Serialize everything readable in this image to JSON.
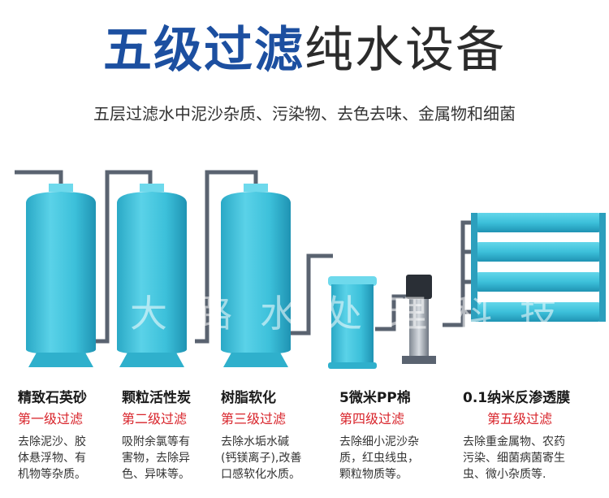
{
  "title_part1": "五级过滤",
  "title_part2": "纯水设备",
  "subtitle": "五层过滤水中泥沙杂质、污染物、去色去味、金属物和细菌",
  "watermark": "大路水处理科技",
  "colors": {
    "accent_blue": "#1c4fa0",
    "tank_cyan": "#3fc3dc",
    "level_red": "#d8232a",
    "pipe": "#5a6370"
  },
  "stages": [
    {
      "name": "精致石英砂",
      "level": "第一级过滤",
      "desc": [
        "去除泥沙、胶",
        "体悬浮物、有",
        "机物等杂质。"
      ]
    },
    {
      "name": "颗粒活性炭",
      "level": "第二级过滤",
      "desc": [
        "吸附余氯等有",
        "害物，去除异",
        "色、异味等。"
      ]
    },
    {
      "name": "树脂软化",
      "level": "第三级过滤",
      "desc": [
        "去除水垢水碱",
        "(钙镁离子),改善",
        "口感软化水质。"
      ]
    },
    {
      "name": "5微米PP棉",
      "level": "第四级过滤",
      "desc": [
        "去除细小泥沙杂",
        "质，红虫线虫，",
        "颗粒物质等。"
      ]
    },
    {
      "name": "0.1纳米反渗透膜",
      "level": "第五级过滤",
      "desc": [
        "去除重金属物、农药",
        "污染、细菌病菌寄生",
        "虫、微小杂质等."
      ]
    }
  ]
}
